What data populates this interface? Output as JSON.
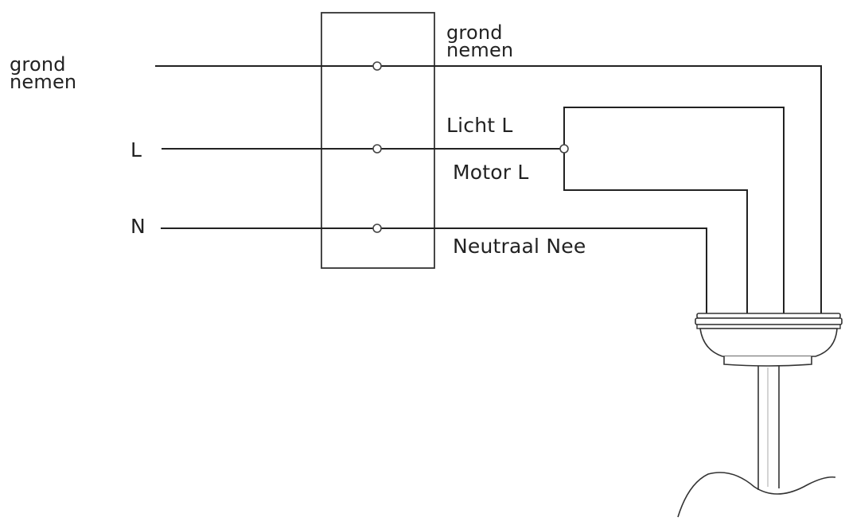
{
  "labels": {
    "ground_in": "grond\nnemen",
    "line_in": "L",
    "neutral_in": "N",
    "ground_out": "grond\nnemen",
    "light_l": "Licht L",
    "motor_l": "Motor L",
    "neutral_out": "Neutraal Nee"
  },
  "colors": {
    "wire": "#222222",
    "background": "#ffffff"
  }
}
